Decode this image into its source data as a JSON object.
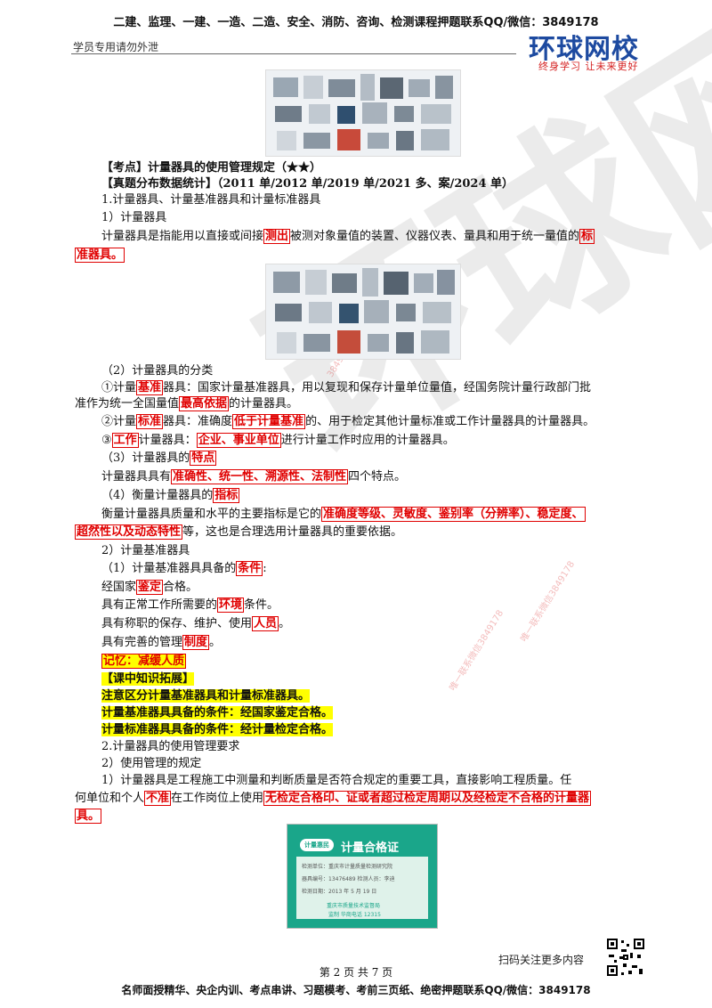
{
  "header": {
    "top_text": "二建、监理、一建、一造、二造、安全、消防、咨询、检测课程押题联系QQ/微信：3849178",
    "left_text": "学员专用请勿外泄",
    "logo": "环球网校",
    "slogan": "终身学习 让未来更好"
  },
  "watermark": {
    "big": "环球网校",
    "small_1": "唯一联系微信3849178",
    "small_2": "唯一联系微信3849178",
    "small_3": "3849178"
  },
  "content": {
    "l1": "【考点】计量器具的使用管理规定（★★）",
    "l2a": "【真题分布数据统计】",
    "l2b": "（2011 单/2012 单/2019 单/2021 多、案/2024 单）",
    "l3": "1.计量器具、计量基准器具和计量标准器具",
    "l4": "1）计量器具",
    "l5a": "计量器具是指能用以直接或间接",
    "l5b": "测出",
    "l5c": "被测对象量值的装置、仪器仪表、量具和用于统一量值的",
    "l5d": "标",
    "l6": "准器具。",
    "l7": "（2）计量器具的分类",
    "l8a": "①计量",
    "l8b": "基准",
    "l8c": "器具：国家计量基准器具，用以复现和保存计量单位量值，经国务院计量行政部门批",
    "l9a": "准作为统一全国量值",
    "l9b": "最高依据",
    "l9c": "的计量器具。",
    "l10a": "②计量",
    "l10b": "标准",
    "l10c": "器具：准确度",
    "l10d": "低于计量基准",
    "l10e": "的、用于检定其他计量标准或工作计量器具的计量器具。",
    "l11a": "③",
    "l11b": "工作",
    "l11c": "计量器具：",
    "l11d": "企业、事业单位",
    "l11e": "进行计量工作时应用的计量器具。",
    "l12a": "（3）计量器具的",
    "l12b": "特点",
    "l13a": "计量器具具有",
    "l13b": "准确性、统一性、溯源性、法制性",
    "l13c": "四个特点。",
    "l14a": "（4）衡量计量器具的",
    "l14b": "指标",
    "l15a": "衡量计量器具质量和水平的主要指标是它的",
    "l15b": "准确度等级、灵敏度、鉴别率（分辨率）、稳定度、",
    "l16a": "超然性以及动态特性",
    "l16b": "等，这也是合理选用计量器具的重要依据。",
    "l17": "2）计量基准器具",
    "l18a": "（1）计量基准器具具备的",
    "l18b": "条件",
    "l18c": ":",
    "l19a": "经国家",
    "l19b": "鉴定",
    "l19c": "合格。",
    "l20a": "具有正常工作所需要的",
    "l20b": "环境",
    "l20c": "条件。",
    "l21a": "具有称职的保存、维护、使用",
    "l21b": "人员",
    "l21c": "。",
    "l22a": "具有完善的管理",
    "l22b": "制度",
    "l22c": "。",
    "l23": "记忆：减缓人质",
    "l24": "【课中知识拓展】",
    "l25": "注意区分计量基准器具和计量标准器具。",
    "l26": "计量基准器具具备的条件：经国家鉴定合格。",
    "l27": "计量标准器具具备的条件：经计量检定合格。",
    "l28": "2.计量器具的使用管理要求",
    "l29": "2）使用管理的规定",
    "l30": "1）计量器具是工程施工中测量和判断质量是否符合规定的重要工具，直接影响工程质量。任",
    "l31a": "何单位和个人",
    "l31b": "不准",
    "l31c": "在工作岗位上使用",
    "l31d": "无检定合格印、证或者超过检定周期以及经检定不合格的计量器",
    "l32": "具。"
  },
  "certificate": {
    "title": "计量合格证",
    "badge": "计量惠民",
    "rows": [
      "检测单位：重庆市计量质量检测研究院",
      "器具编号：13476489  检测人员：李迪",
      "检测日期：2013 年 5 月 19 日"
    ],
    "footer": [
      "重庆市质量技术监督局",
      "监制 华商电话 12315"
    ]
  },
  "footer": {
    "scan_text": "扫码关注更多内容",
    "page_number": "第 2 页 共 7 页",
    "bottom_text": "名师面授精华、央企内训、考点串讲、习题模考、考前三页纸、绝密押题联系QQ/微信：3849178"
  },
  "colors": {
    "accent_red": "#e00000",
    "highlight": "#ffff00",
    "logo_blue": "#1d4aa0"
  }
}
